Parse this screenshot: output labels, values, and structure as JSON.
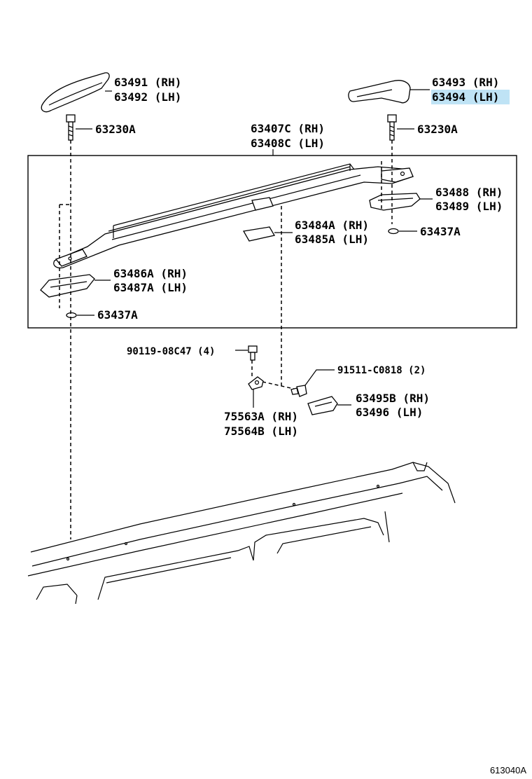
{
  "diagram": {
    "reference_code": "613040A",
    "highlight_color": "#bfe3f5",
    "callouts": [
      {
        "id": "end-cover-front-rh",
        "lines": [
          "63491 (RH)",
          "63492 (LH)"
        ]
      },
      {
        "id": "end-cover-rear-rh",
        "lines": [
          "63493 (RH)",
          "63494 (LH)"
        ],
        "highlighted_line": 1
      },
      {
        "id": "bolt-left",
        "lines": [
          "63230A"
        ]
      },
      {
        "id": "bolt-right",
        "lines": [
          "63230A"
        ]
      },
      {
        "id": "rail-assembly",
        "lines": [
          "63407C (RH)",
          "63408C (LH)"
        ]
      },
      {
        "id": "rear-leg-cover",
        "lines": [
          "63488 (RH)",
          "63489 (LH)"
        ]
      },
      {
        "id": "center-support",
        "lines": [
          "63484A (RH)",
          "63485A (LH)"
        ]
      },
      {
        "id": "washer-right",
        "lines": [
          "63437A"
        ]
      },
      {
        "id": "front-leg-cover",
        "lines": [
          "63486A (RH)",
          "63487A (LH)"
        ]
      },
      {
        "id": "washer-left",
        "lines": [
          "63437A"
        ]
      },
      {
        "id": "bolt-small",
        "lines": [
          "90119-08C47 (4)"
        ]
      },
      {
        "id": "screw",
        "lines": [
          "91511-C0818 (2)"
        ]
      },
      {
        "id": "side-cover",
        "lines": [
          "63495B (RH)",
          "63496 (LH)"
        ]
      },
      {
        "id": "bracket",
        "lines": [
          "75563A (RH)",
          "75564B (LH)"
        ]
      }
    ]
  }
}
